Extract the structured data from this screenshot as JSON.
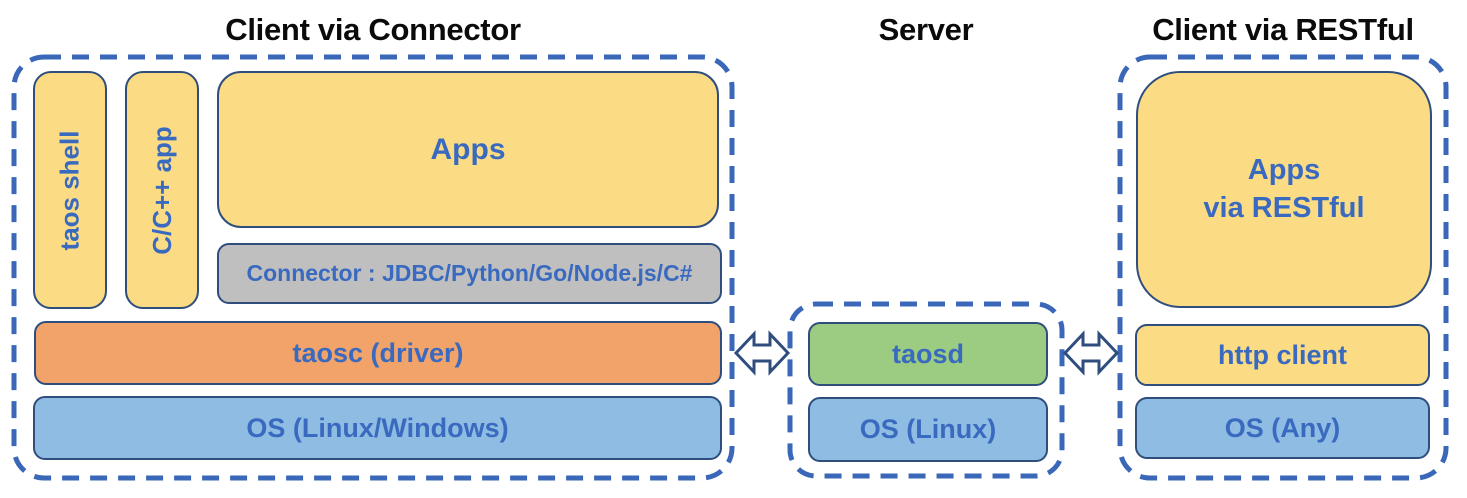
{
  "diagram": {
    "titles": {
      "connector": "Client via Connector",
      "server": "Server",
      "restful": "Client via RESTful"
    },
    "groups": {
      "connector": {
        "taos_shell": "taos shell",
        "cpp_app": "C/C++ app",
        "apps": "Apps",
        "connector_bar": "Connector : JDBC/Python/Go/Node.js/C#",
        "taosc": "taosc (driver)",
        "os": "OS (Linux/Windows)"
      },
      "server": {
        "taosd": "taosd",
        "os": "OS (Linux)"
      },
      "restful": {
        "apps": "Apps\nvia RESTful",
        "http_client": "http client",
        "os": "OS (Any)"
      }
    },
    "colors": {
      "box_yellow": "#FBDC85",
      "box_orange": "#F2A36A",
      "box_blue": "#8FBCE3",
      "box_green": "#9CCC81",
      "box_gray": "#BFBFBF",
      "outline_navy": "#2F4E7E",
      "dashed_border_blue": "#3A67B8",
      "label_blue": "#3A6ABF",
      "title_black": "#0B0B0B",
      "arrow_fill": "#FFFFFF"
    }
  }
}
